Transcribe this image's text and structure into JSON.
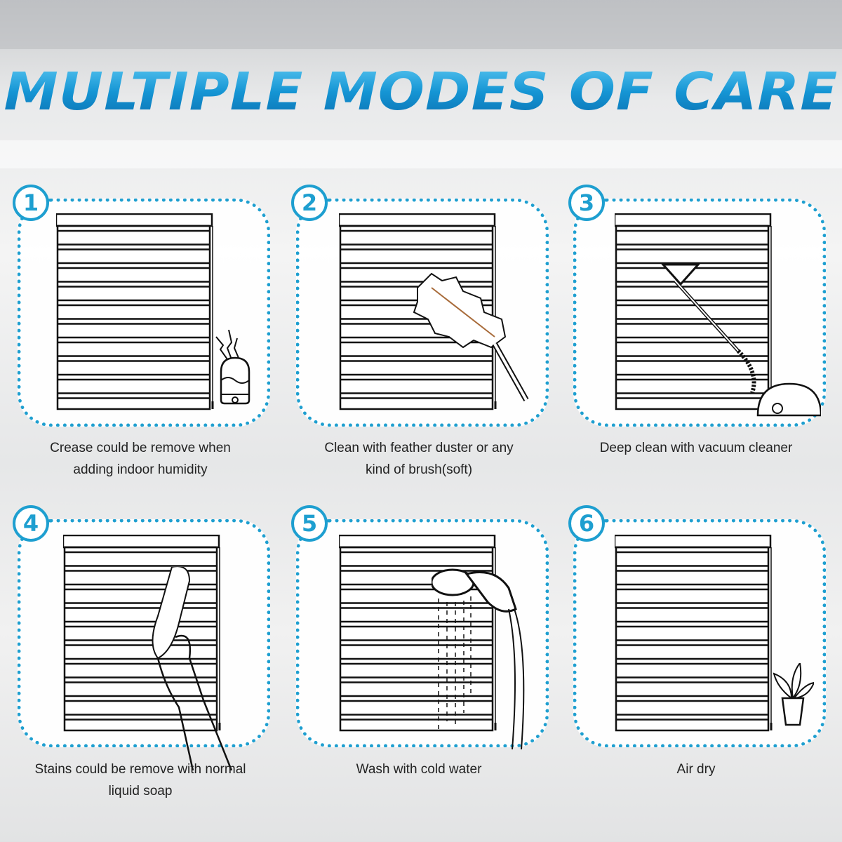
{
  "title": "MULTIPLE MODES OF CARE",
  "steps": [
    {
      "number": "1",
      "icon": "humidifier-icon",
      "caption_line1": "Crease could be remove when",
      "caption_line2": "adding indoor humidity"
    },
    {
      "number": "2",
      "icon": "feather-duster-icon",
      "caption_line1": "Clean with feather duster or any",
      "caption_line2": "kind of brush(soft)"
    },
    {
      "number": "3",
      "icon": "vacuum-cleaner-icon",
      "caption_line1": "Deep clean with vacuum cleaner",
      "caption_line2": ""
    },
    {
      "number": "4",
      "icon": "hand-cloth-icon",
      "caption_line1": "Stains could be remove with normal",
      "caption_line2": "liquid soap"
    },
    {
      "number": "5",
      "icon": "shower-head-icon",
      "caption_line1": "Wash with cold water",
      "caption_line2": ""
    },
    {
      "number": "6",
      "icon": "potted-plant-icon",
      "caption_line1": "Air dry",
      "caption_line2": ""
    }
  ],
  "colors": {
    "accent": "#1e9fd0",
    "line": "#111111"
  }
}
